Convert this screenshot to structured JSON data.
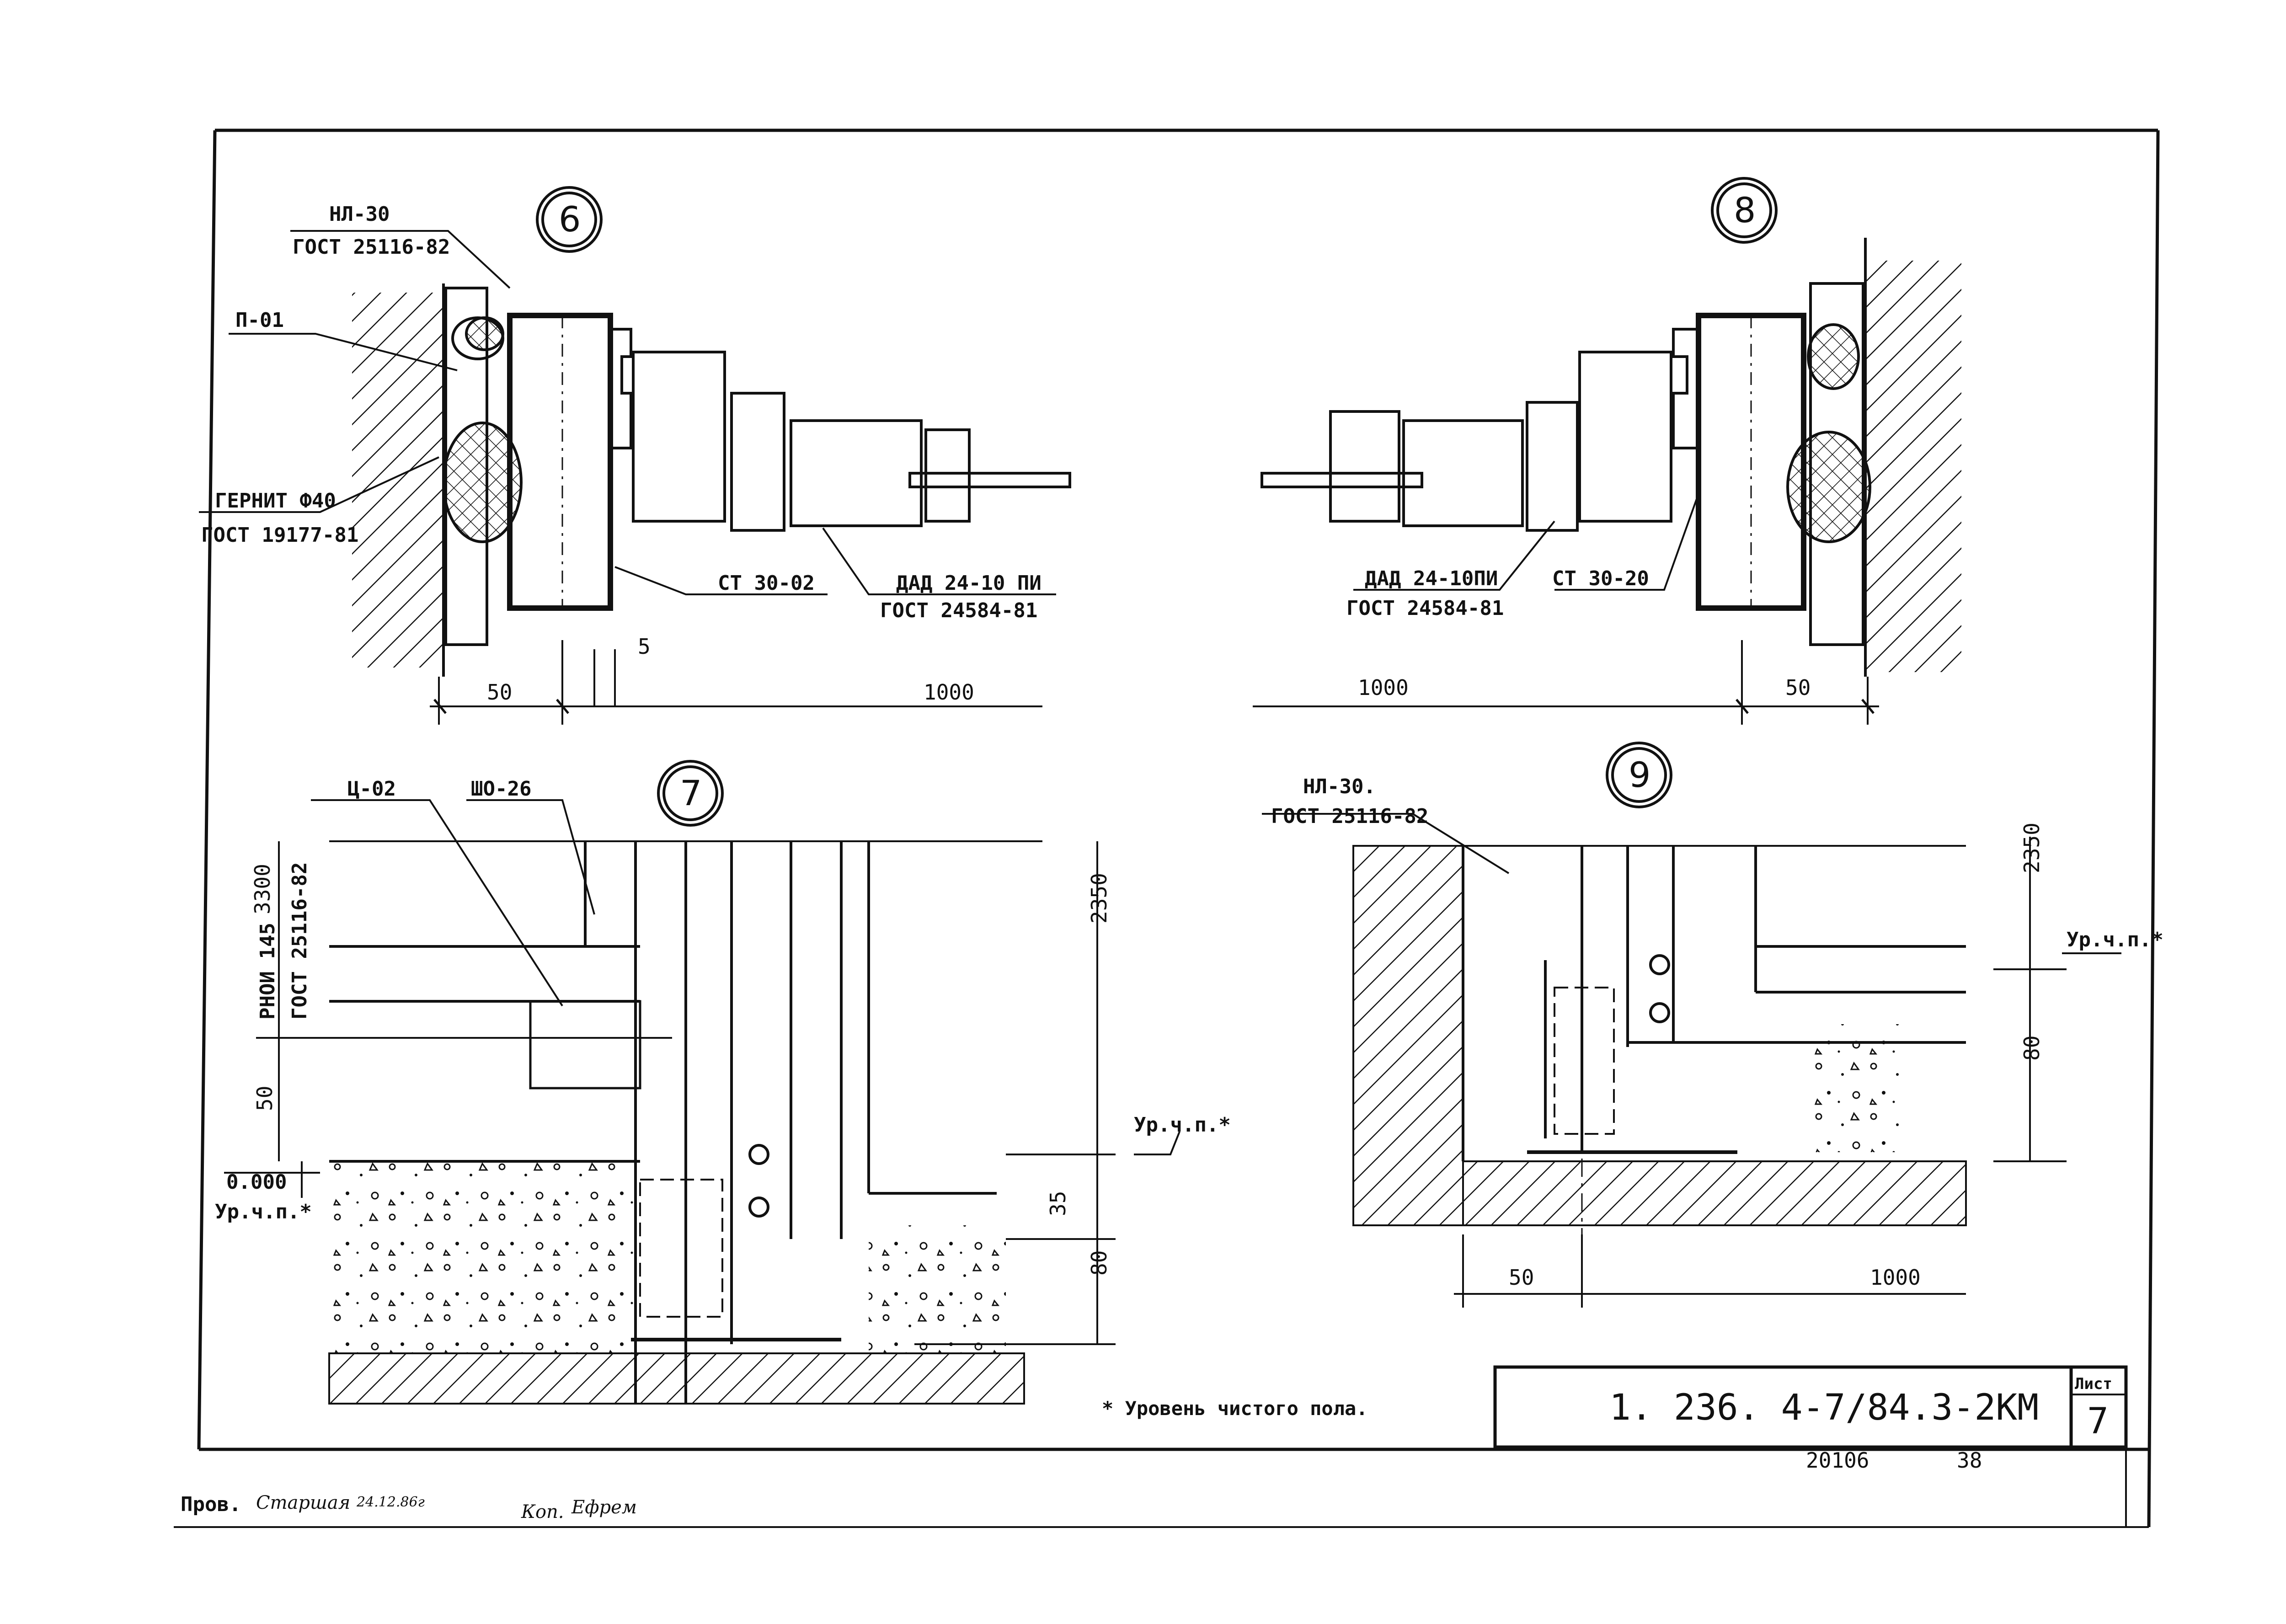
{
  "detail_6": {
    "number": "6",
    "labels": {
      "nl30": "НЛ-30",
      "gost_25116": "ГОСТ 25116-82",
      "p01": "П-01",
      "gernit": "ГЕРНИТ Ф40",
      "gost_19177": "ГОСТ 19177-81",
      "st3002": "СТ 30-02",
      "dad": "ДАД 24-10 ПИ",
      "gost_24584": "ГОСТ 24584-81"
    },
    "dims": {
      "d5": "5",
      "d50": "50",
      "d1000": "1000"
    }
  },
  "detail_8": {
    "number": "8",
    "labels": {
      "dad": "ДАД 24-10ПИ",
      "gost_24584": "ГОСТ 24584-81",
      "st3020": "СТ 30-20"
    },
    "dims": {
      "d1000": "1000",
      "d50": "50"
    }
  },
  "detail_7": {
    "number": "7",
    "labels": {
      "ts02": "Ц-02",
      "sho26": "ШО-26",
      "rnoi": "РНОИ 145",
      "gost_25116": "ГОСТ 25116-82",
      "level_top": "Ур.ч.п.*",
      "zero": "0.000",
      "level_bottom": "Ур.ч.п.*"
    },
    "dims": {
      "d3300": "3300",
      "d50": "50",
      "d2350": "2350",
      "d35": "35",
      "d80": "80"
    }
  },
  "detail_9": {
    "number": "9",
    "labels": {
      "nl30": "НЛ-30.",
      "gost_25116": "ГОСТ 25116-82",
      "level": "Ур.ч.п.*"
    },
    "dims": {
      "d2350": "2350",
      "d80": "80",
      "d50": "50",
      "d1000": "1000"
    }
  },
  "footnote": "* Уровень чистого пола.",
  "title_block": {
    "code": "1. 236. 4-7/84.3-2КМ",
    "sheet_label": "Лист",
    "sheet_number": "7",
    "archive_number": "20106",
    "page_number": "38"
  },
  "stamp": {
    "checked_label": "Пров.",
    "checked_sig": "Старшая",
    "checked_date": "24.12.86г",
    "copied_label": "Коп.",
    "copied_sig": "Ефрем"
  }
}
